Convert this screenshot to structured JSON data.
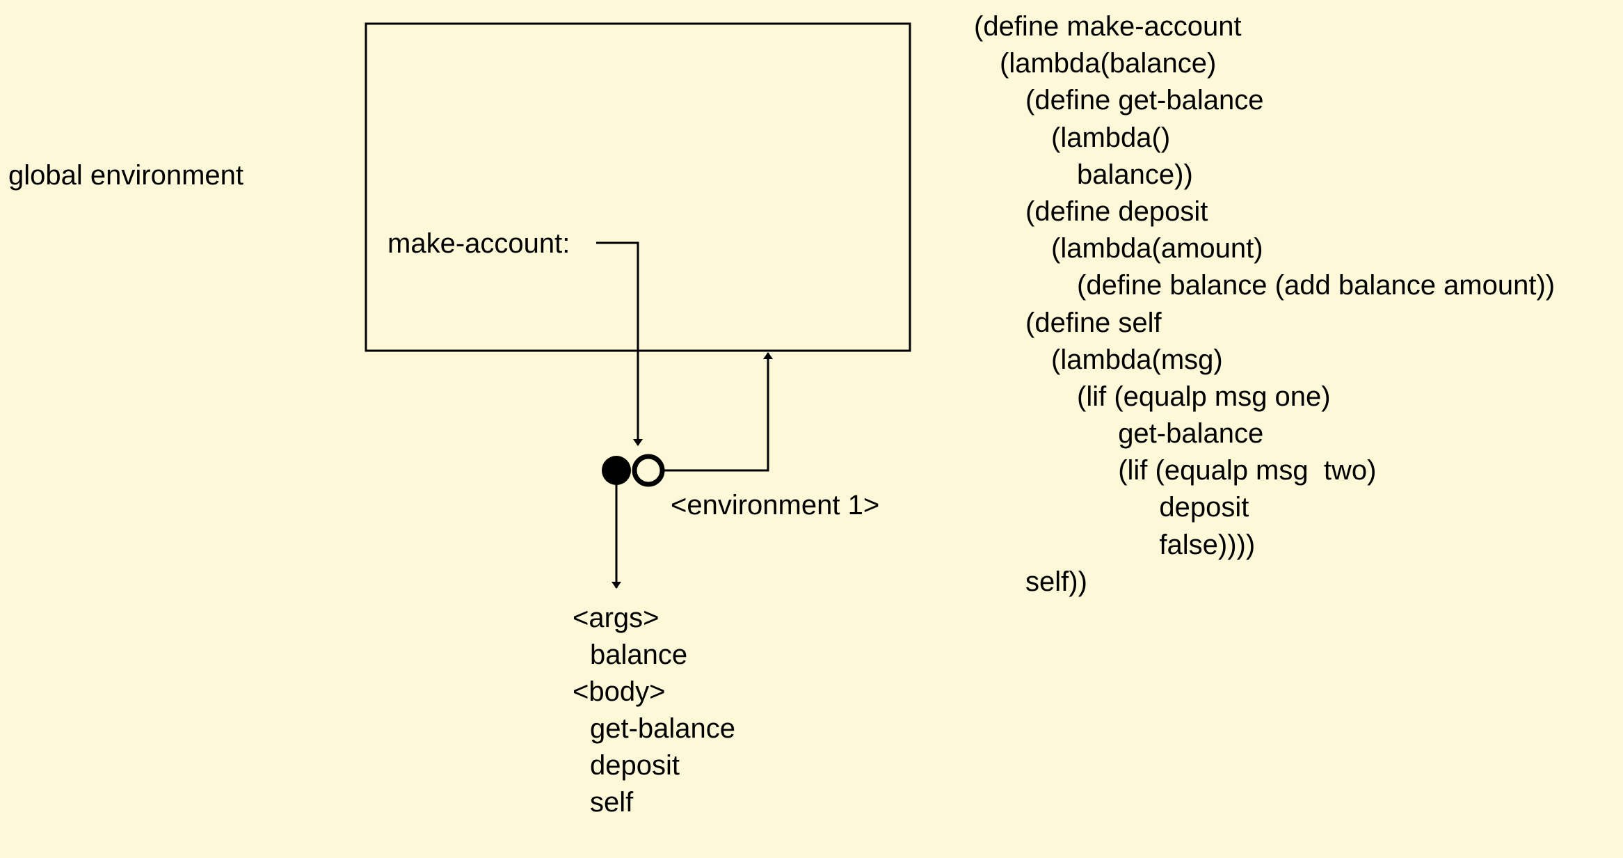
{
  "global_environment_label": "global environment",
  "frame_binding": {
    "name": "make-account:"
  },
  "environment_label": "<environment 1>",
  "procedure": {
    "args_header": "<args>",
    "args": [
      "balance"
    ],
    "body_header": "<body>",
    "body": [
      "get-balance",
      "deposit",
      "self"
    ]
  },
  "code_lines": [
    {
      "indent": 0,
      "text": "(define make-account"
    },
    {
      "indent": 1,
      "text": "(lambda(balance)"
    },
    {
      "indent": 2,
      "text": "(define get-balance"
    },
    {
      "indent": 3,
      "text": "(lambda()"
    },
    {
      "indent": 4,
      "text": "balance))"
    },
    {
      "indent": 2,
      "text": "(define deposit"
    },
    {
      "indent": 3,
      "text": "(lambda(amount)"
    },
    {
      "indent": 4,
      "text": "(define balance (add balance amount))"
    },
    {
      "indent": 2,
      "text": "(define self"
    },
    {
      "indent": 3,
      "text": "(lambda(msg)"
    },
    {
      "indent": 4,
      "text": "(lif (equalp msg one)"
    },
    {
      "indent": 5.6,
      "text": "get-balance"
    },
    {
      "indent": 5.6,
      "text": "(lif (equalp msg  two)"
    },
    {
      "indent": 7.2,
      "text": "deposit"
    },
    {
      "indent": 7.2,
      "text": "false))))"
    },
    {
      "indent": 2,
      "text": "self))"
    }
  ],
  "colors": {
    "background": "#fdf8d7",
    "ink": "#000000"
  }
}
